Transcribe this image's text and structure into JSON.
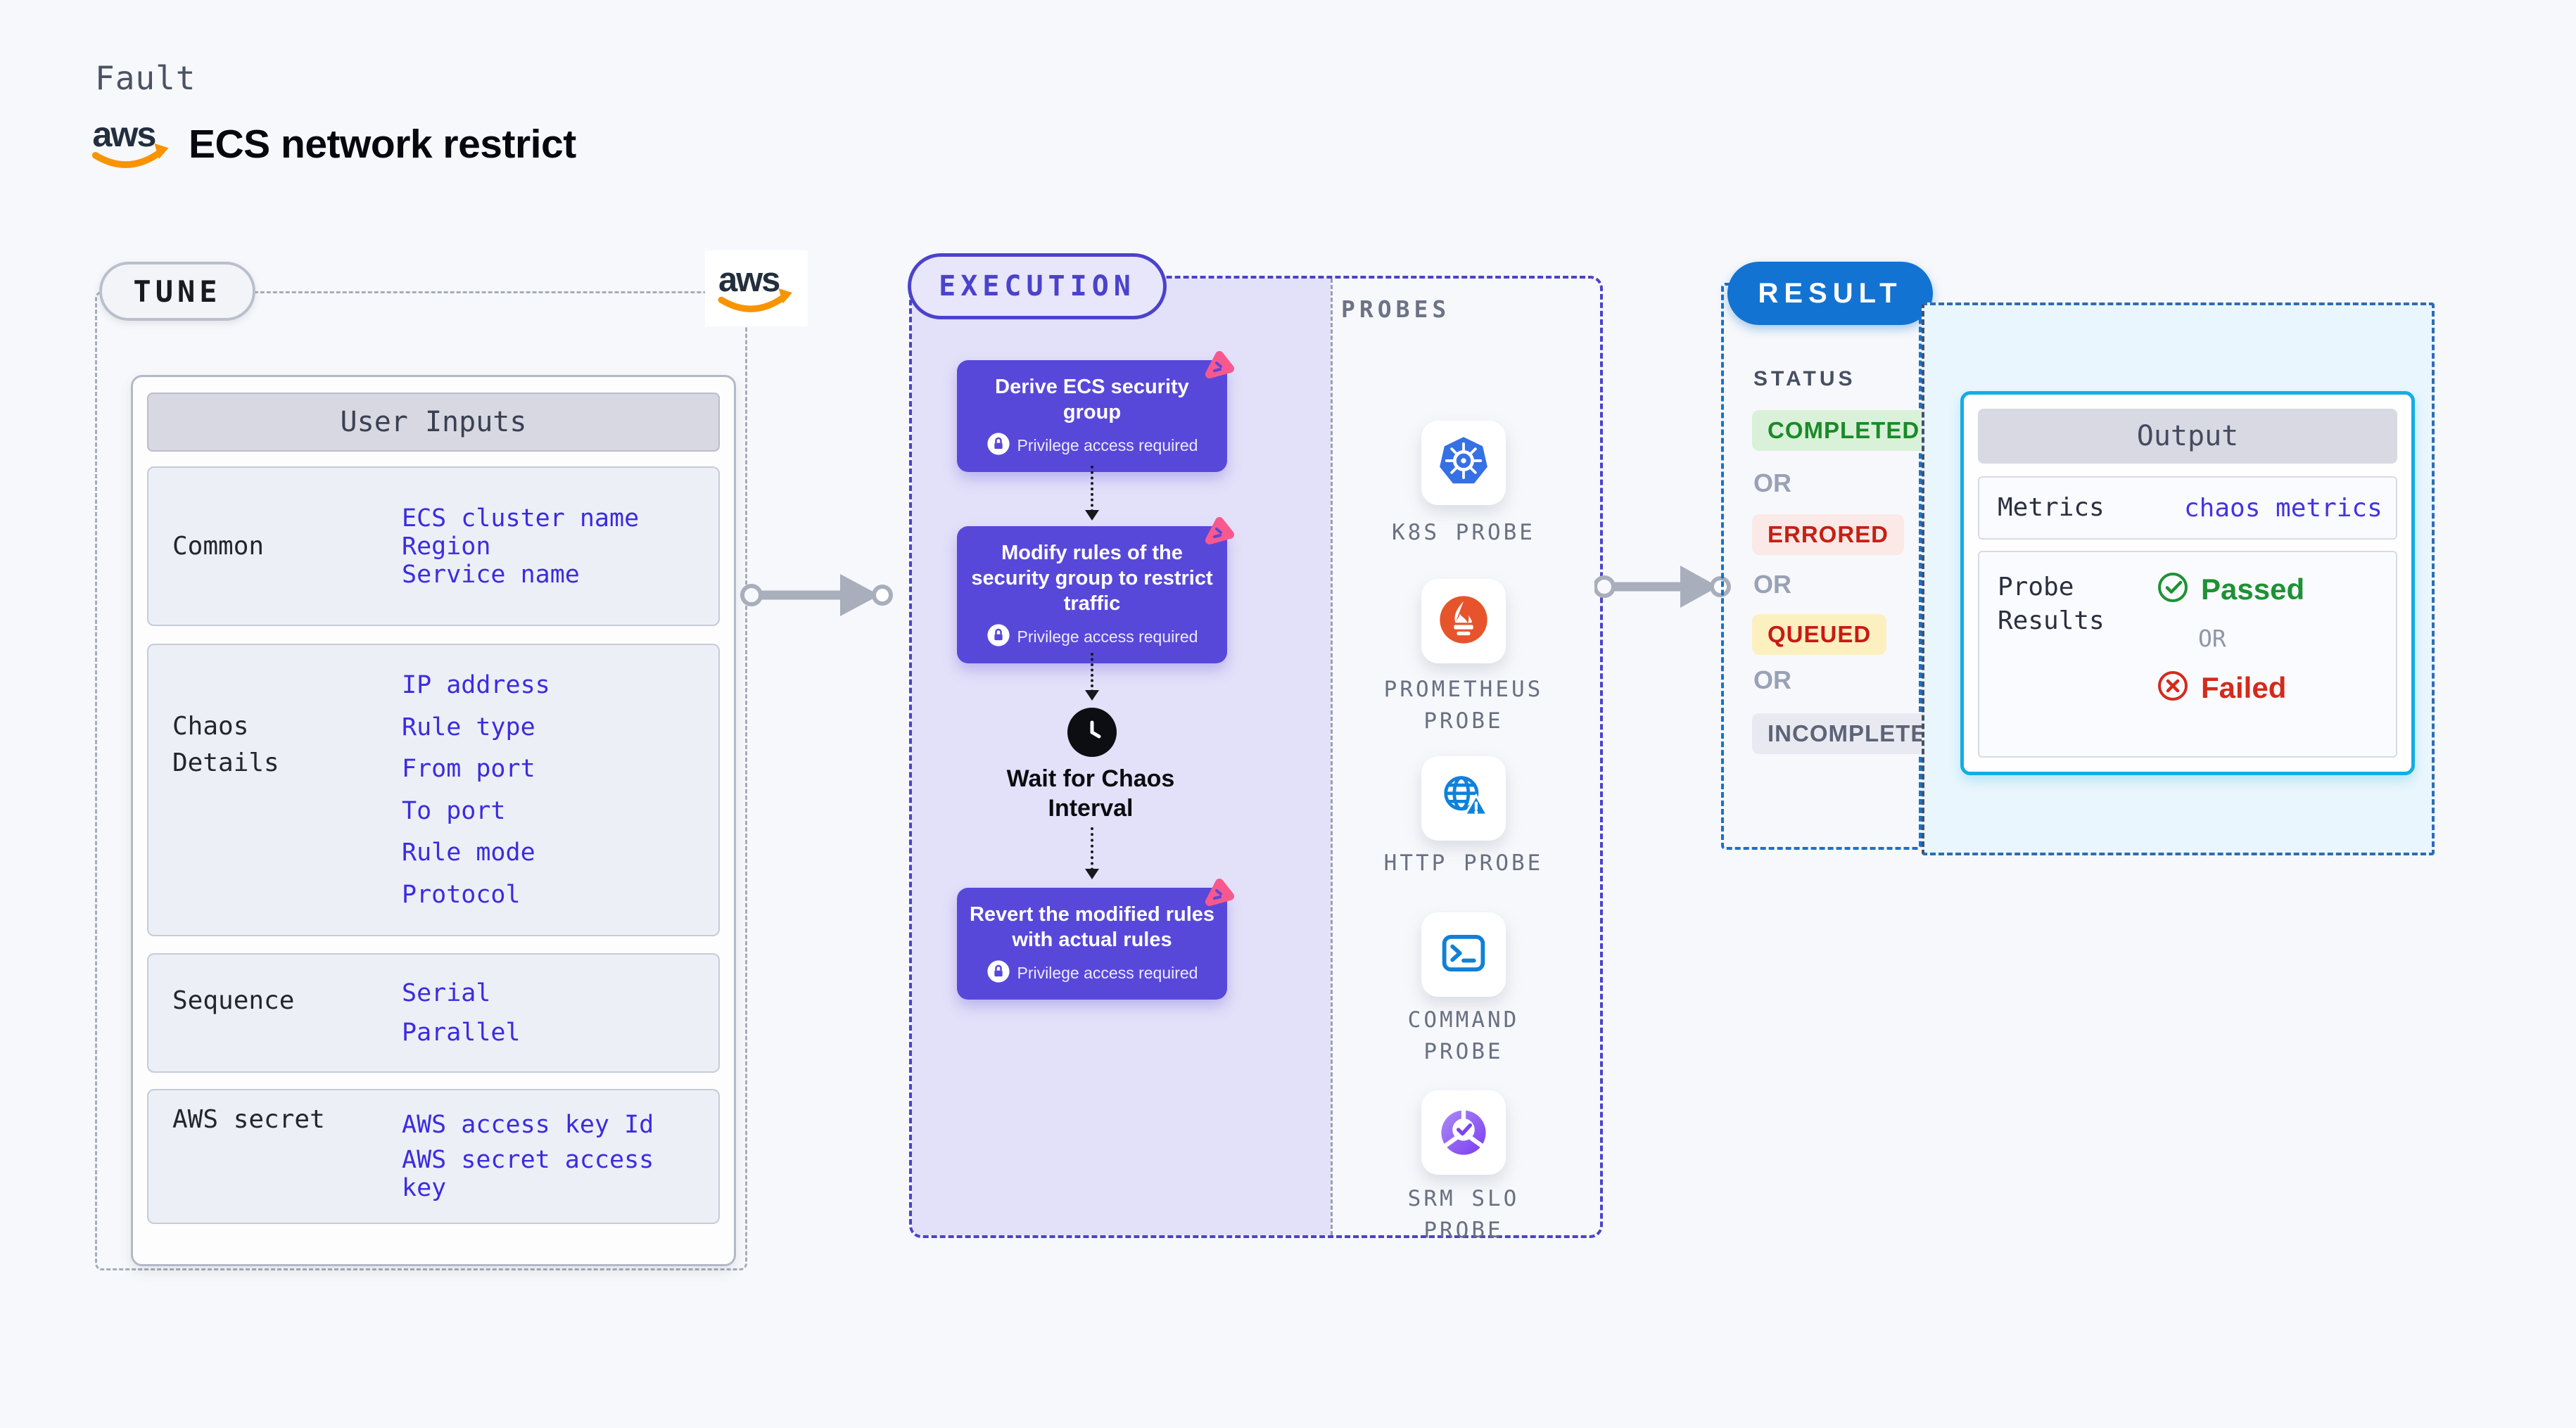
{
  "page": {
    "kicker": "Fault",
    "title": "ECS network restrict"
  },
  "tune": {
    "badge": "TUNE",
    "table": {
      "header": "User Inputs",
      "sections": [
        {
          "label": "Common",
          "values": [
            "ECS cluster name",
            "Region",
            "Service name"
          ]
        },
        {
          "label": "Chaos Details",
          "values": [
            "IP address",
            "Rule type",
            "From port",
            "To port",
            "Rule mode",
            "Protocol"
          ]
        },
        {
          "label": "Sequence",
          "values": [
            "Serial",
            "Parallel"
          ]
        },
        {
          "label": "AWS secret",
          "values": [
            "AWS access key Id",
            "AWS secret access key"
          ]
        }
      ]
    }
  },
  "execution": {
    "badge": "EXECUTION",
    "steps": [
      {
        "title": "Derive ECS security group",
        "note": "Privilege access required"
      },
      {
        "title": "Modify rules of the security group to restrict traffic",
        "note": "Privilege access required"
      },
      {
        "title": "Revert the modified rules with actual rules",
        "note": "Privilege access required"
      }
    ],
    "wait_label": "Wait for Chaos Interval"
  },
  "probes": {
    "title": "PROBES",
    "items": [
      {
        "label": "K8S PROBE",
        "icon": "kubernetes-icon"
      },
      {
        "label": "PROMETHEUS PROBE",
        "icon": "prometheus-icon"
      },
      {
        "label": "HTTP PROBE",
        "icon": "http-globe-icon"
      },
      {
        "label": "COMMAND PROBE",
        "icon": "terminal-icon"
      },
      {
        "label": "SRM SLO PROBE",
        "icon": "slo-donut-icon"
      }
    ]
  },
  "result": {
    "badge": "RESULT",
    "status_title": "STATUS",
    "or_label": "OR",
    "statuses": [
      {
        "label": "COMPLETED",
        "color": "#1b8a28",
        "bg": "#d9f1d9"
      },
      {
        "label": "ERRORED",
        "color": "#c42014",
        "bg": "#fbe9e7"
      },
      {
        "label": "QUEUED",
        "color": "#c81a13",
        "bg": "#fdf0c0"
      },
      {
        "label": "INCOMPLETED",
        "color": "#5d6478",
        "bg": "#e9eaf1"
      }
    ],
    "output": {
      "header": "Output",
      "metrics_label": "Metrics",
      "metrics_value": "chaos metrics",
      "probe_results_label": "Probe Results",
      "passed_label": "Passed",
      "or_label": "OR",
      "failed_label": "Failed"
    }
  },
  "colors": {
    "accent_indigo": "#4b42cc",
    "step_purple": "#5848da",
    "value_blue": "#3b2ce0",
    "result_blue": "#1273d2",
    "output_border_cyan": "#15ace5",
    "passed_green": "#1e9134",
    "failed_red": "#d42a1c",
    "aws_orange": "#f79400",
    "lavender_bg": "#e3e1f9",
    "cyan_panel_bg": "#e9f6fd"
  }
}
